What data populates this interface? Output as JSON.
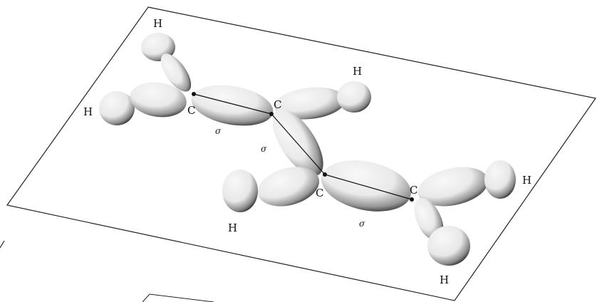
{
  "labels": {
    "h1": "H",
    "h2": "H",
    "h3": "H",
    "h4": "H",
    "h5": "H",
    "h6": "H",
    "c1": "C",
    "c2": "C",
    "c3": "C",
    "c4": "C",
    "sigma1": "σ",
    "sigma2": "σ",
    "sigma3": "σ"
  },
  "colors": {
    "ink": "#111111",
    "lobe_fill": "#ffffff",
    "lobe_shade": "#7a7a7a"
  }
}
